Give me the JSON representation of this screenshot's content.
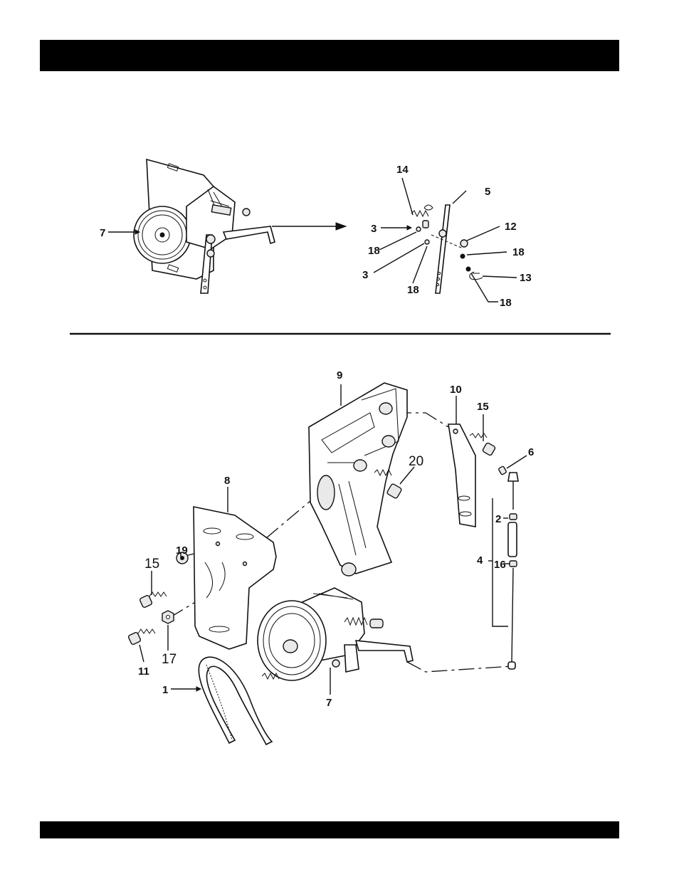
{
  "header": {
    "title": ""
  },
  "footer": {
    "text": ""
  },
  "upper_view": {
    "callouts": {
      "c7": "7",
      "c14": "14",
      "c5": "5",
      "c3a": "3",
      "c3b": "3",
      "c18a": "18",
      "c18b": "18",
      "c18c": "18",
      "c18d": "18",
      "c12": "12",
      "c13": "13"
    }
  },
  "lower_view": {
    "callouts": {
      "c9": "9",
      "c10": "10",
      "c15a": "15",
      "c6": "6",
      "c20": "20",
      "c8": "8",
      "c19": "19",
      "c15b": "15",
      "c2": "2",
      "c4": "4",
      "c16": "16",
      "c11": "11",
      "c17": "17",
      "c1": "1",
      "c7": "7"
    }
  }
}
